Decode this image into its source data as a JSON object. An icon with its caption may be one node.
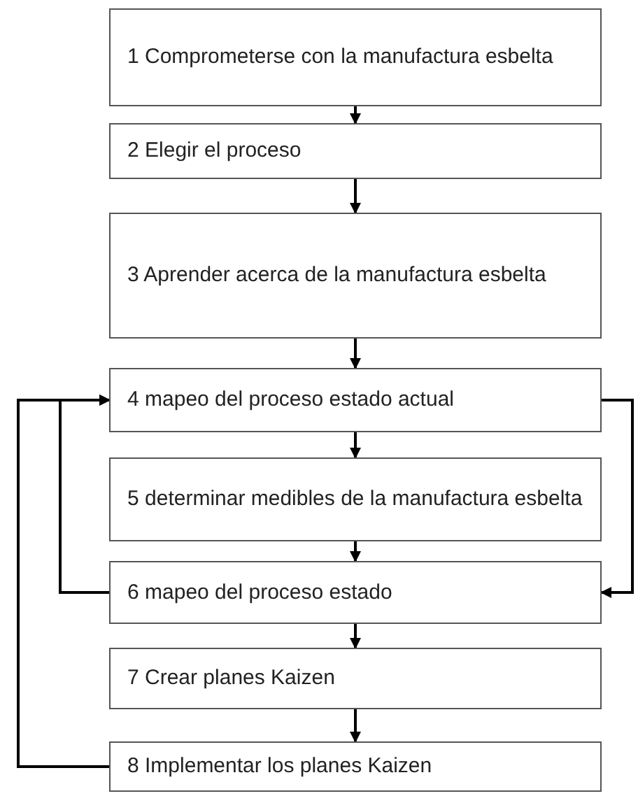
{
  "diagram": {
    "nodes": [
      {
        "text": [
          "1 Comprometerse con la manufactura esbelta"
        ]
      },
      {
        "text": [
          "2 Elegir el proceso"
        ]
      },
      {
        "text": [
          "3 Aprender acerca de la manufactura esbelta"
        ]
      },
      {
        "text": [
          "4 mapeo del proceso estado actual"
        ]
      },
      {
        "text": [
          "5 determinar medibles de la manufactura esbelta"
        ]
      },
      {
        "text": [
          "6 mapeo del proceso estado"
        ]
      },
      {
        "text": [
          "7 Crear planes Kaizen"
        ]
      },
      {
        "text": [
          "8 Implementar los planes Kaizen"
        ]
      }
    ],
    "edges": [
      {
        "from": 0,
        "to": 1,
        "arrow": "to"
      },
      {
        "from": 1,
        "to": 2,
        "arrow": "to"
      },
      {
        "from": 2,
        "to": 3,
        "arrow": "to"
      },
      {
        "from": 3,
        "to": 4,
        "arrow": "to"
      },
      {
        "from": 4,
        "to": 5,
        "arrow": "to"
      },
      {
        "from": 5,
        "to": 6,
        "arrow": "to"
      },
      {
        "from": 6,
        "to": 7,
        "arrow": "to"
      },
      {
        "from": 7,
        "to": 3,
        "arrow": "to"
      },
      {
        "from": 5,
        "to": 3,
        "arrow": "to"
      },
      {
        "from": 3,
        "to": 5,
        "arrow": "to"
      }
    ]
  }
}
